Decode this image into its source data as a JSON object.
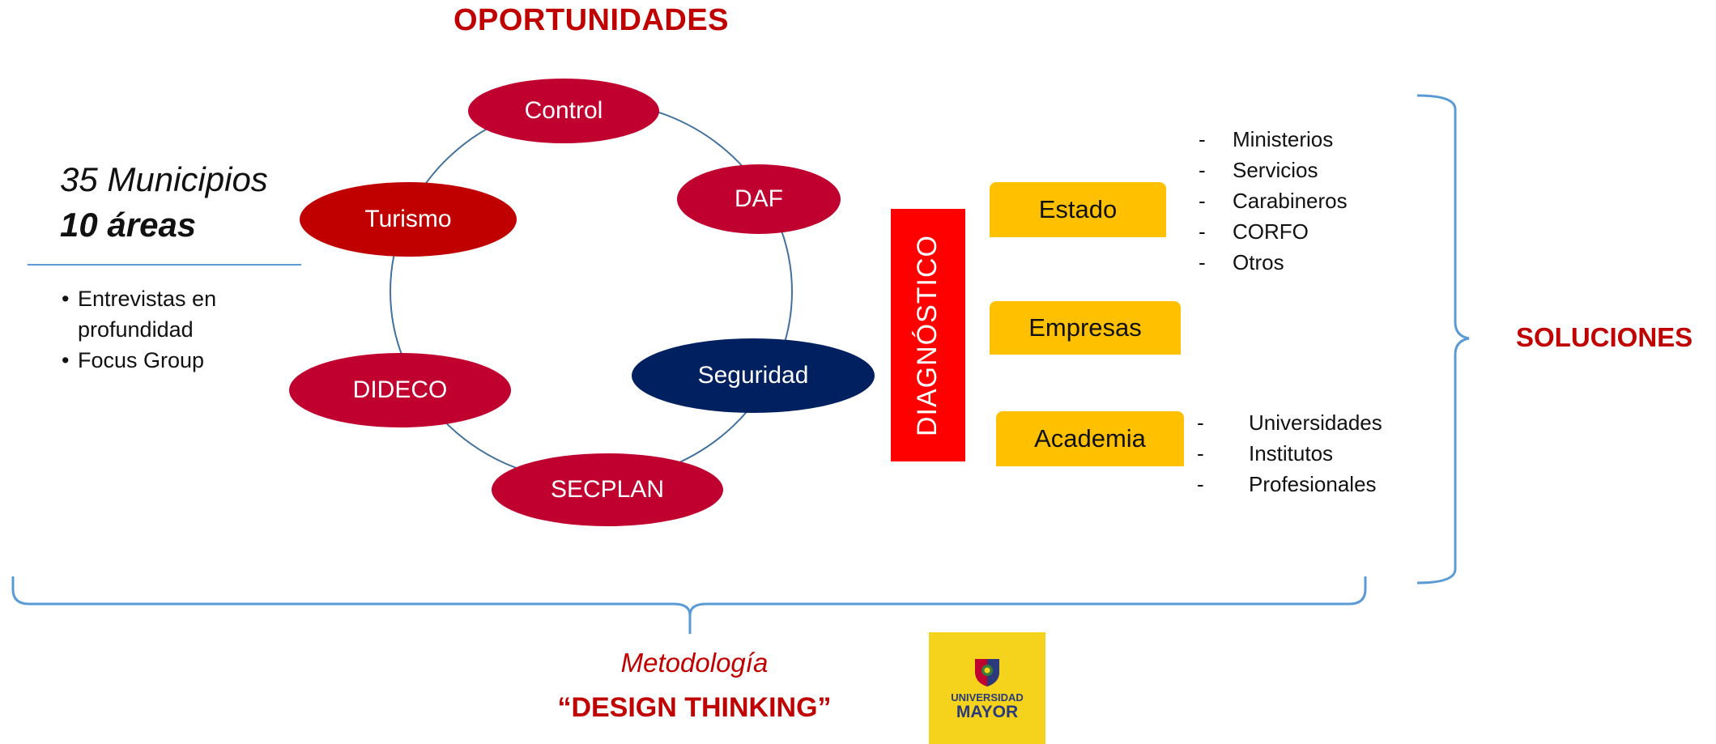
{
  "title": "OPORTUNIDADES",
  "municipios": {
    "line1": "35 Municipios",
    "line2": "10 áreas"
  },
  "methods": [
    "Entrevistas en",
    "profundidad",
    "Focus Group"
  ],
  "areas": {
    "control": {
      "label": "Control",
      "color": "#c0002f"
    },
    "daf": {
      "label": "DAF",
      "color": "#c0002f"
    },
    "turismo": {
      "label": "Turismo",
      "color": "#c00000"
    },
    "seguridad": {
      "label": "Seguridad",
      "color": "#002060"
    },
    "dideco": {
      "label": "DIDECO",
      "color": "#c0002f"
    },
    "secplan": {
      "label": "SECPLAN",
      "color": "#c0002f"
    }
  },
  "diagnostico": "DIAGNÓSTICO",
  "sectors": {
    "estado": "Estado",
    "empresas": "Empresas",
    "academia": "Academia"
  },
  "estado_items": [
    "Ministerios",
    "Servicios",
    "Carabineros",
    "CORFO",
    "Otros"
  ],
  "academia_items": [
    "Universidades",
    "Institutos",
    "Profesionales"
  ],
  "dash": "-",
  "soluciones": "SOLUCIONES",
  "metodologia": "Metodología",
  "design_thinking": "“DESIGN THINKING”",
  "logo": {
    "line1": "UNIVERSIDAD",
    "line2": "MAYOR"
  },
  "colors": {
    "accent_red": "#c00000",
    "diag_red": "#ff0000",
    "sector_yellow": "#ffc000",
    "brace_blue": "#5b9bd5",
    "ring_blue": "#41719c"
  }
}
